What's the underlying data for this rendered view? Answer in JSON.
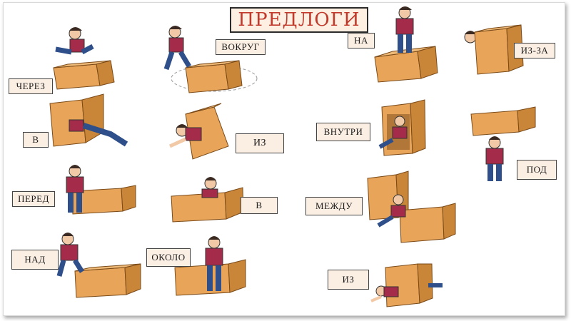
{
  "title": "ПРЕДЛОГИ",
  "labels": {
    "cherez": "ЧЕРЕЗ",
    "vokrug": "ВОКРУГ",
    "na": "НА",
    "iz_za": "ИЗ-ЗА",
    "v1": "В",
    "iz1": "ИЗ",
    "vnutri": "ВНУТРИ",
    "pod": "ПОД",
    "pered": "ПЕРЕД",
    "v2": "В",
    "mezhdu": "МЕЖДУ",
    "nad": "НАД",
    "okolo": "ОКОЛО",
    "iz2": "ИЗ"
  },
  "colors": {
    "box": "#e8a55a",
    "box_dark": "#c98538",
    "shirt": "#a52b4a",
    "jeans": "#2f4f8a",
    "skin": "#f2c9a6",
    "hair": "#3b2a22",
    "label_bg": "#fbeee3",
    "title_text": "#c0392b"
  }
}
